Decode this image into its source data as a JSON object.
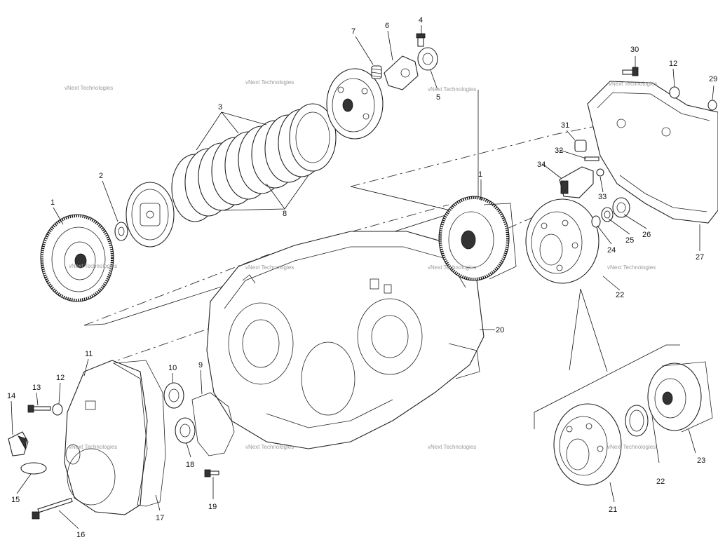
{
  "diagram": {
    "watermark": "vNext Technologies",
    "callouts": [
      "1",
      "2",
      "3",
      "4",
      "5",
      "6",
      "7",
      "8",
      "9",
      "10",
      "11",
      "12",
      "13",
      "14",
      "15",
      "16",
      "17",
      "18",
      "19",
      "20",
      "21",
      "22",
      "23",
      "24",
      "25",
      "26",
      "27",
      "29",
      "30",
      "31",
      "32",
      "33",
      "34"
    ]
  }
}
